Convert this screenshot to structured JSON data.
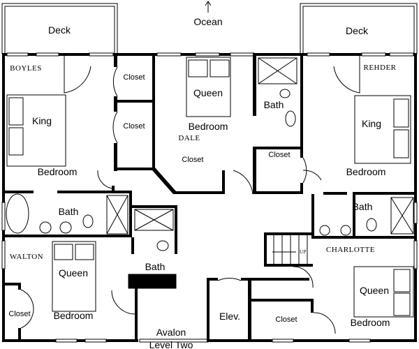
{
  "title": {
    "line1": "Avalon",
    "line2": "Level Two"
  },
  "orientation": {
    "label": "Ocean",
    "icon": "north-arrow-icon"
  },
  "decks": [
    "Deck",
    "Deck"
  ],
  "rooms": {
    "boyles": {
      "name": "BOYLES",
      "bed": "King",
      "label": "Bedroom",
      "closets": [
        "Closet",
        "Closet"
      ],
      "bath": "Bath"
    },
    "dale": {
      "name": "DALE",
      "bed": "Queen",
      "label": "Bedroom",
      "closet": "Closet",
      "bath": "Bath"
    },
    "rehder": {
      "name": "REHDER",
      "bed": "King",
      "label": "Bedroom",
      "closet": "Closet",
      "bath": "Bath"
    },
    "walton": {
      "name": "WALTON",
      "bed": "Queen",
      "label": "Bedroom",
      "closet": "Closet",
      "bath": "Bath"
    },
    "charlotte": {
      "name": "CHARLOTTE",
      "bed": "Queen",
      "label": "Bedroom",
      "closet": "Closet"
    }
  },
  "elevator": "Elev.",
  "stairs": "UP"
}
